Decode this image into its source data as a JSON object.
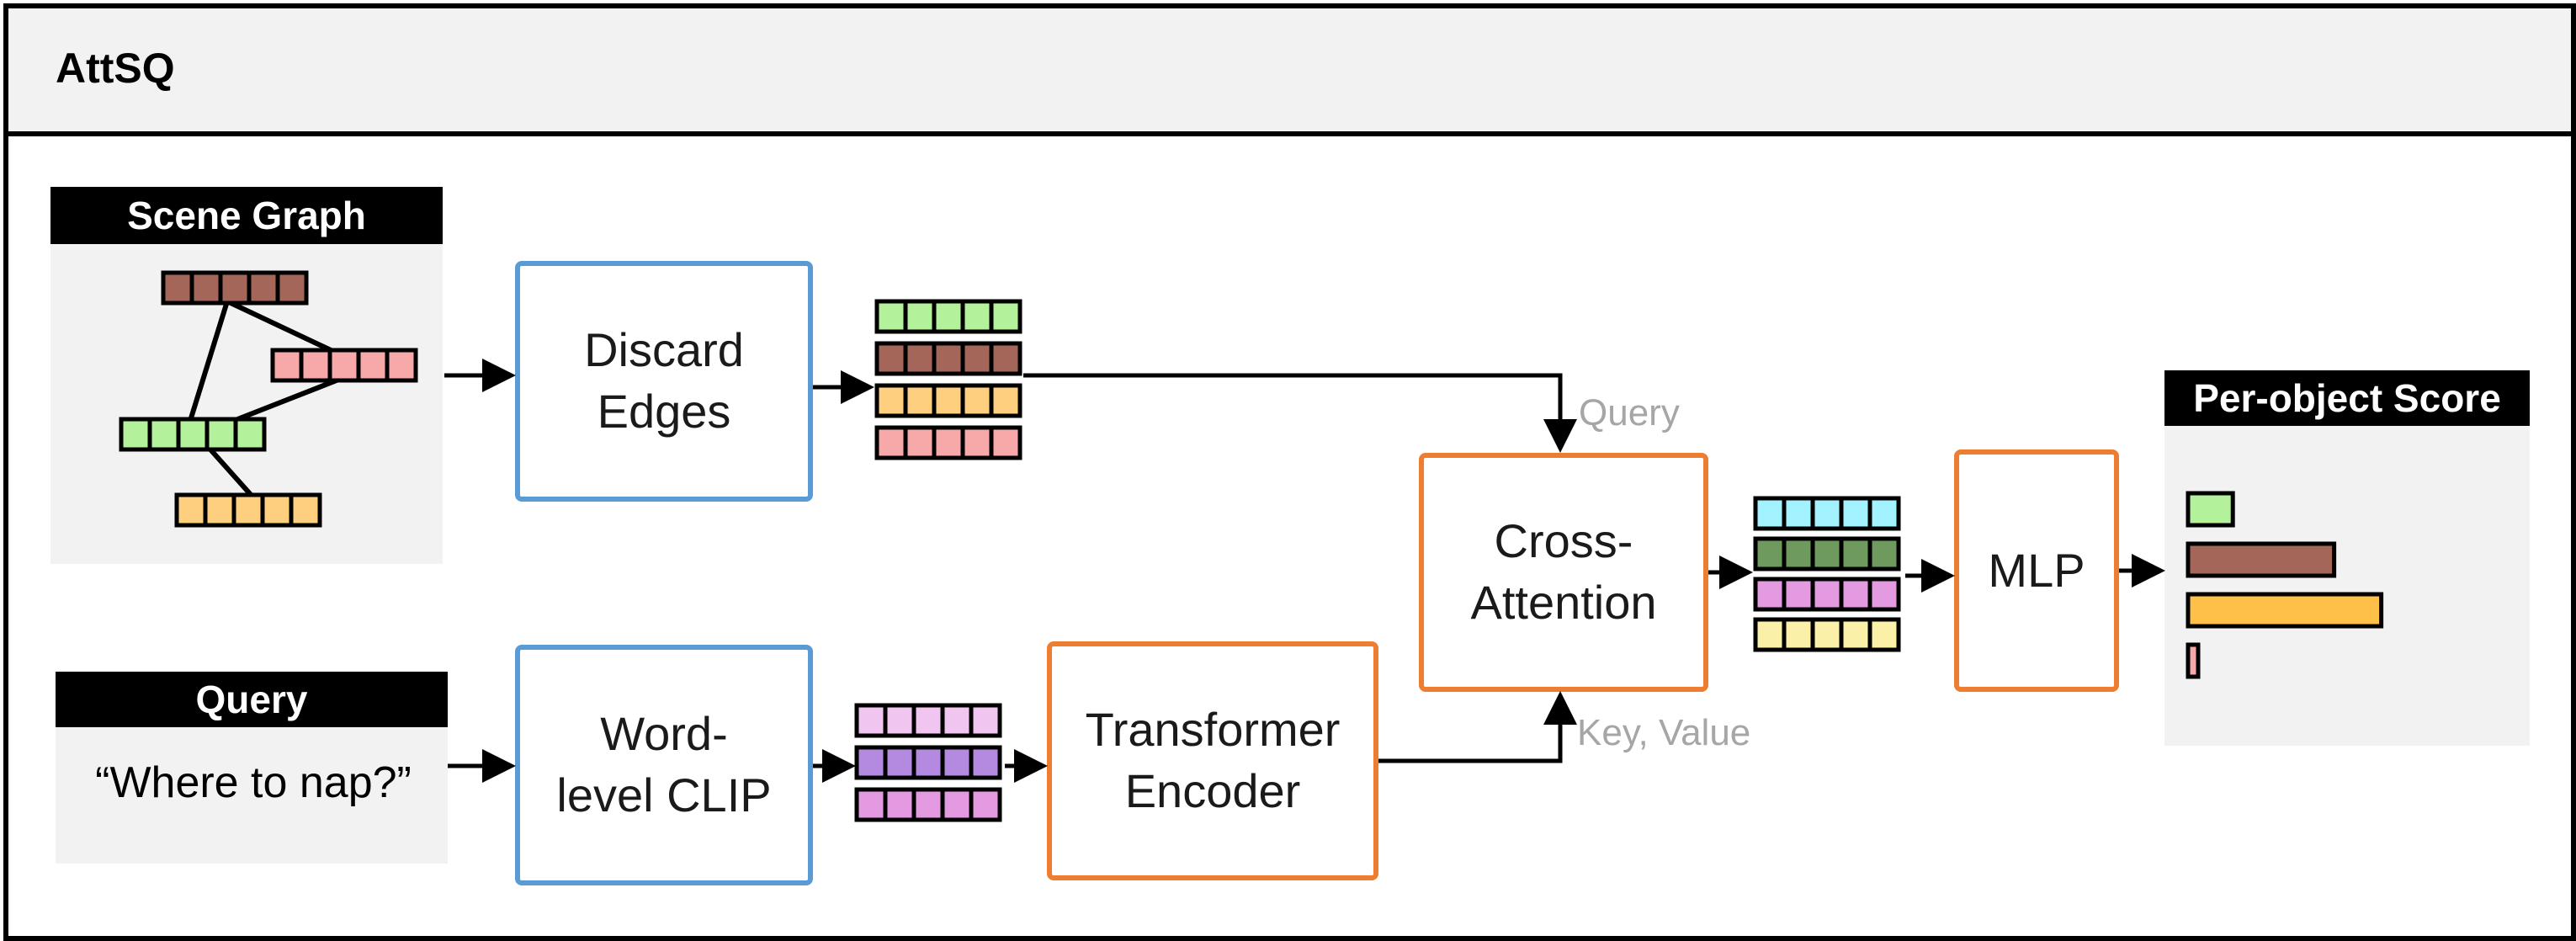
{
  "header": {
    "title": "AttSQ"
  },
  "scene_graph": {
    "label": "Scene Graph"
  },
  "query_panel": {
    "label": "Query",
    "text": "“Where to nap?”"
  },
  "discard_box": {
    "line1": "Discard",
    "line2": "Edges"
  },
  "clip_box": {
    "line1": "Word-",
    "line2": "level CLIP"
  },
  "transformer_box": {
    "line1": "Transformer",
    "line2": "Encoder"
  },
  "cross_box": {
    "line1": "Cross-",
    "line2": "Attention"
  },
  "mlp_box": {
    "label": "MLP"
  },
  "annotations": {
    "query": "Query",
    "key_value": "Key, Value"
  },
  "score_panel": {
    "label": "Per-object Score",
    "scores": [
      {
        "color": "#b3f29b",
        "value": 0.19
      },
      {
        "color": "#a5665a",
        "value": 0.62
      },
      {
        "color": "#ffc04a",
        "value": 0.82
      },
      {
        "color": "#f7a8a8",
        "value": 0.04
      }
    ]
  },
  "colors": {
    "green": "#b3f29b",
    "brown": "#a5665a",
    "yellow": "#ffcf80",
    "pink": "#f7a8a8",
    "light_purple": "#f0c6f0",
    "purple": "#b48ae0",
    "magenta": "#e39ae0",
    "cyan": "#a3f2ff",
    "dark_green": "#6f9a5e",
    "light_yellow": "#fbf0a8",
    "blue_border": "#5b9bd5",
    "orange_border": "#ed7d31"
  }
}
